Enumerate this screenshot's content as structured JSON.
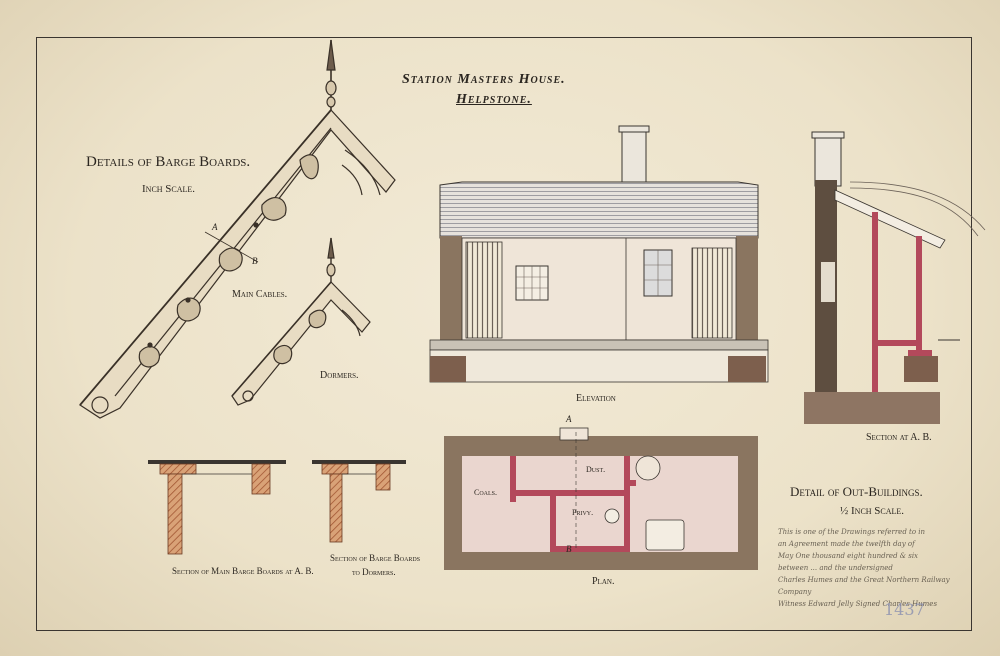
{
  "title": {
    "line1": "Station Masters House.",
    "line2": "Helpstone."
  },
  "barge": {
    "heading": "Details of Barge Boards.",
    "scale": "Inch Scale.",
    "main_cables": "Main Cables.",
    "dormers": "Dormers.",
    "mark_a": "A",
    "mark_b": "B",
    "section_main": "Section of Main Barge Boards at A. B.",
    "section_dormers_1": "Section of Barge Boards",
    "section_dormers_2": "to Dormers."
  },
  "elevation": {
    "label": "Elevation"
  },
  "section_ab": {
    "label": "Section at A. B."
  },
  "plan": {
    "label": "Plan.",
    "rooms": {
      "coals": "Coals.",
      "dust": "Dust.",
      "privy": "Privy."
    },
    "mark_a": "A",
    "mark_b": "B"
  },
  "outbuildings": {
    "heading": "Detail of Out-Buildings.",
    "scale": "½ Inch Scale."
  },
  "annotation": [
    "This is one of the Drawings referred to in",
    "an Agreement made the twelfth day of",
    "May One thousand eight hundred & six",
    "between ... and the undersigned",
    "Charles Humes and the Great Northern Railway",
    "Company",
    "Witness Edward Jelly     Signed Charles Humes"
  ],
  "catalog_number": "1437",
  "colors": {
    "paper": "#ece2c9",
    "ink": "#2b2620",
    "brick": "#b3495b",
    "pink_wash": "#ead6cf",
    "stone": "#8a7560"
  }
}
